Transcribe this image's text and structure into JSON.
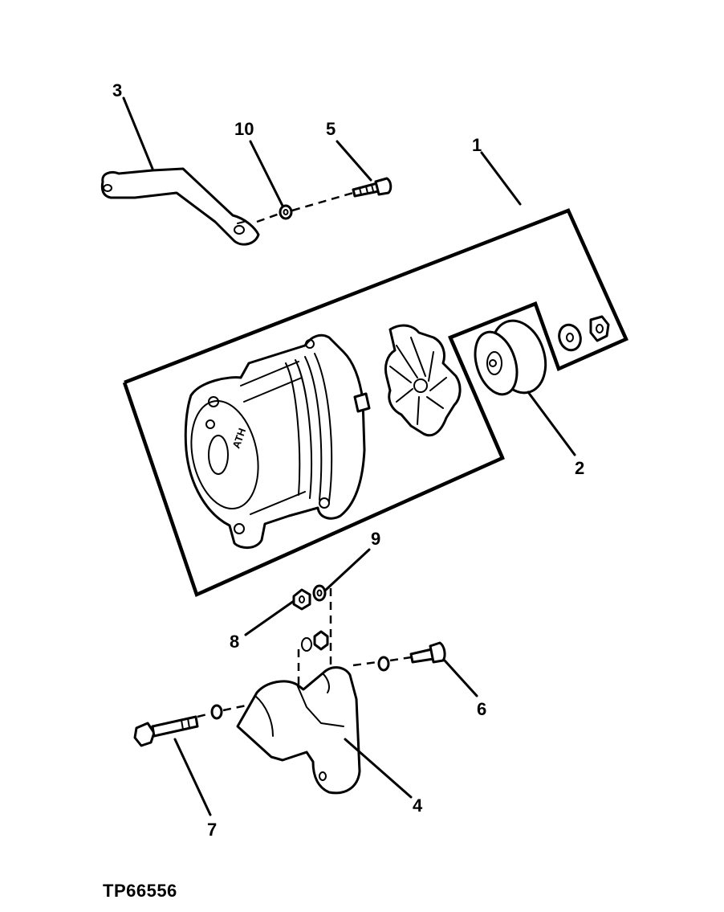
{
  "figure_id": "TP66556",
  "callouts": {
    "c1": "1",
    "c2": "2",
    "c3": "3",
    "c4": "4",
    "c5": "5",
    "c6": "6",
    "c7": "7",
    "c8": "8",
    "c9": "9",
    "c10": "10"
  },
  "alternator_marking": "ATH"
}
